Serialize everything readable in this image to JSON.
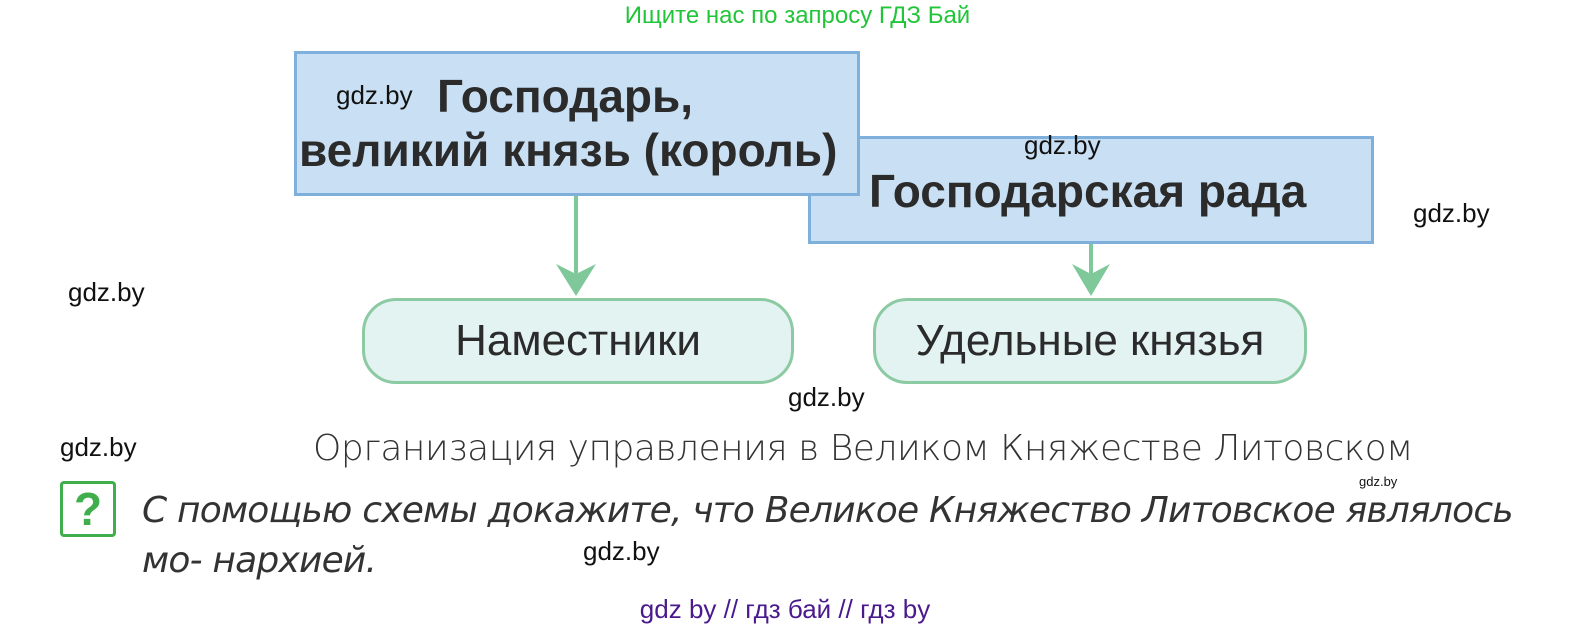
{
  "banner": {
    "text": "Ищите нас по запросу ГДЗ Бай",
    "color": "#22c53a"
  },
  "diagram": {
    "title": "Организация управления в Великом Княжестве Литовском",
    "nodes": {
      "ruler": {
        "line1": "Господарь,",
        "line2": "великий князь (король)"
      },
      "rada": {
        "label": "Господарская рада"
      },
      "governors": {
        "label": "Наместники"
      },
      "princes": {
        "label": "Удельные князья"
      }
    },
    "edges": [
      {
        "from": "ruler",
        "to": "governors"
      },
      {
        "from": "rada",
        "to": "princes"
      }
    ],
    "colors": {
      "box_fill": "#c9e0f4",
      "box_border": "#7fb0dc",
      "pill_fill": "#e3f3f2",
      "pill_border": "#8ccaa3",
      "arrow": "#7ec89a"
    }
  },
  "question": {
    "icon": "?",
    "text": "С помощью схемы докажите, что Великое Княжество Литовское являлось мо- нархией."
  },
  "watermarks": {
    "w1": "gdz.by",
    "w2": "gdz.by",
    "w3": "gdz.by",
    "w4": "gdz.by",
    "w5": "gdz.by",
    "w6": "gdz.by",
    "w7": "gdz.by",
    "w8": "gdz.by"
  },
  "footer": {
    "text": "gdz by  //  гдз бай  //  гдз by"
  }
}
